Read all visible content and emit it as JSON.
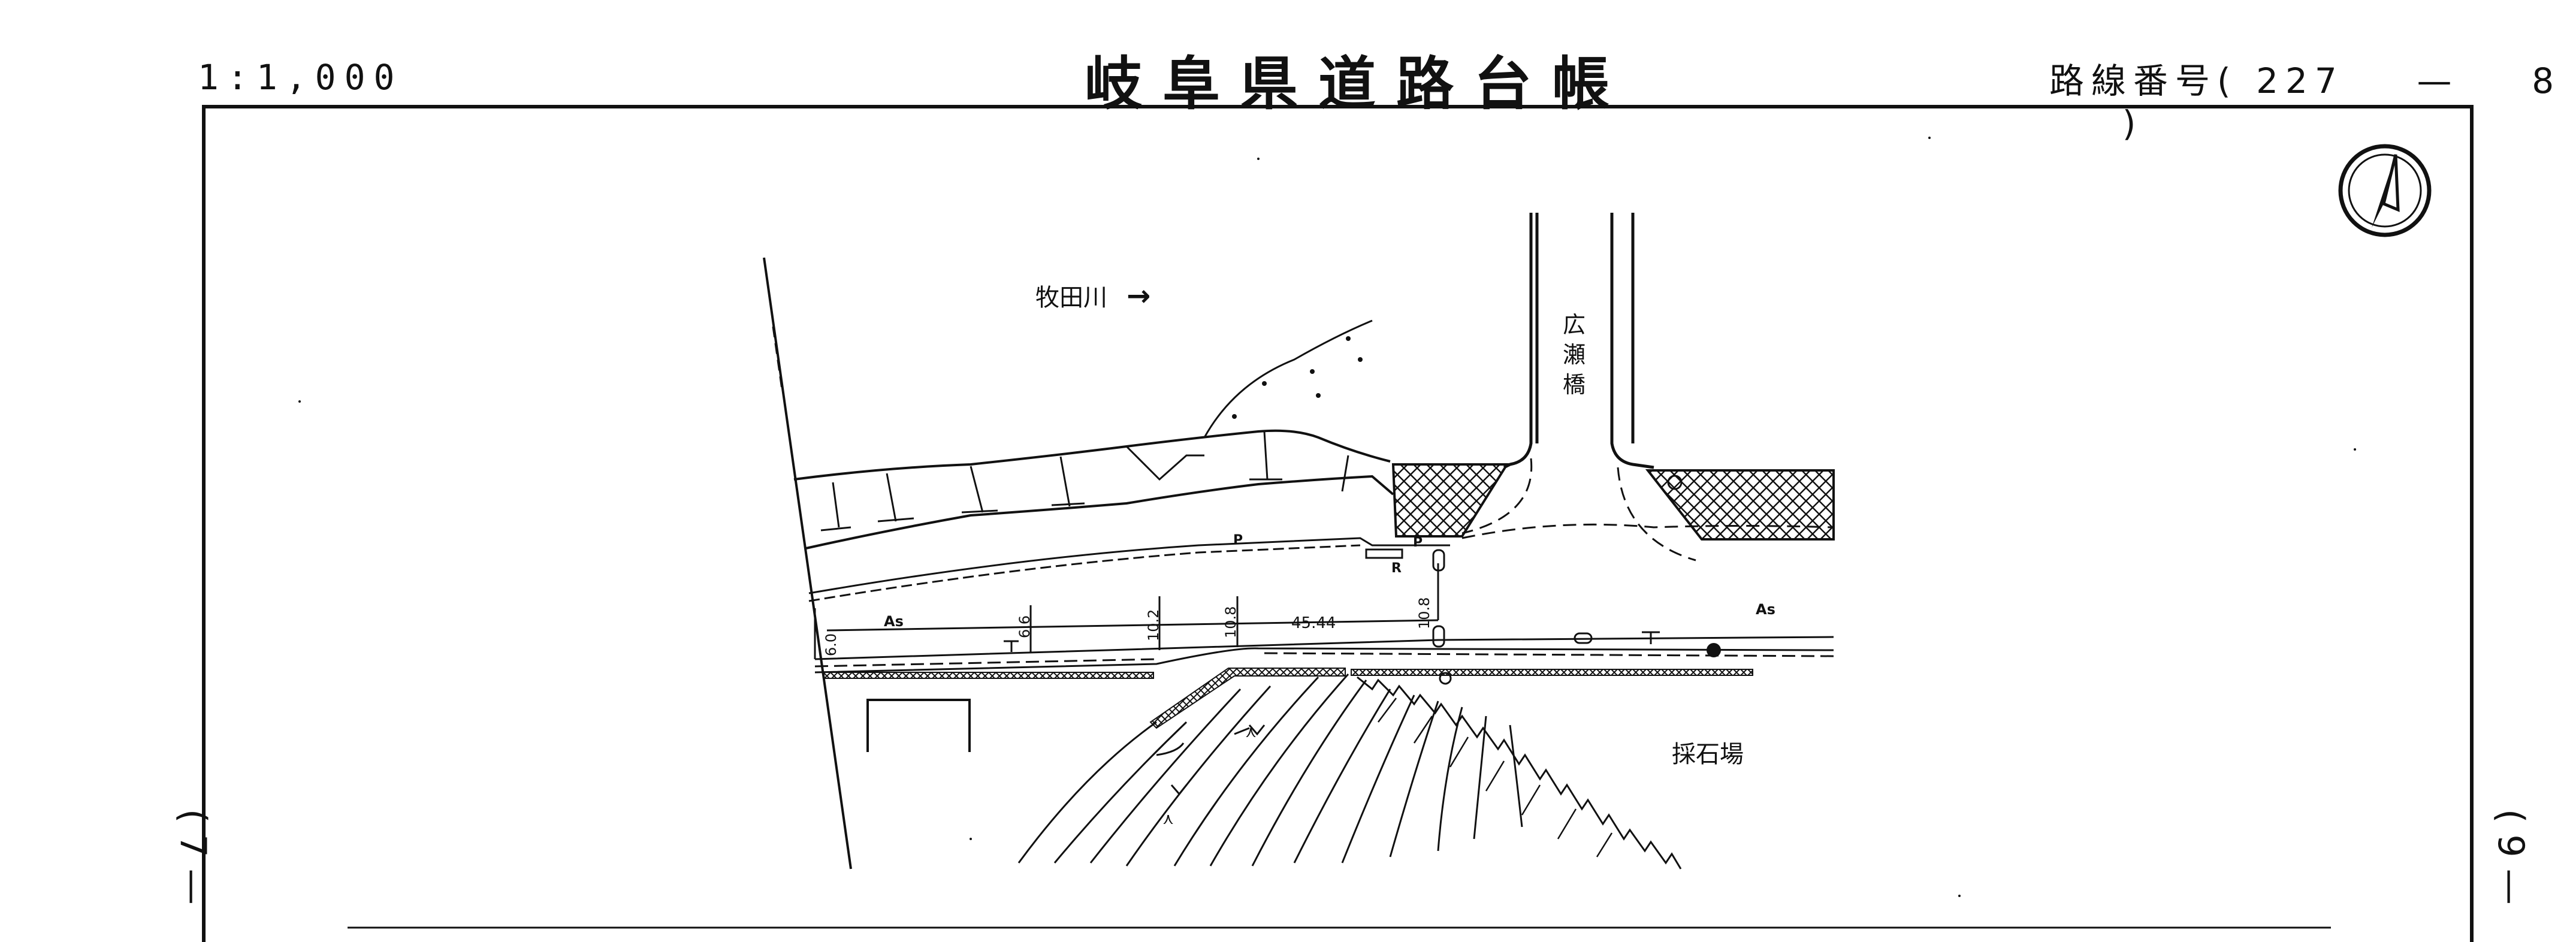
{
  "header": {
    "scale": "1:1,000",
    "title": "岐阜県道路台帳",
    "route_label": "路線番号(",
    "route_number": "227",
    "route_dash": "—",
    "route_sheet": "8",
    "route_close": ")"
  },
  "side_marks": {
    "left": "( 7 —",
    "right": "( 9 —"
  },
  "map": {
    "river_label": "牧田川",
    "river_arrow": "→",
    "bridge_label": [
      "広",
      "瀬",
      "橋"
    ],
    "quarry_label": "採石場",
    "surface_left": "As",
    "surface_right": "As",
    "width_values": [
      "6.0",
      "6.6",
      "10.2",
      "10.8",
      "10.8"
    ],
    "length_value": "45.44",
    "mark_p1": "P",
    "mark_p2": "P",
    "mark_r": "R",
    "north_arrow_icon": "north-arrow-icon"
  },
  "colors": {
    "ink": "#111111",
    "paper": "#ffffff"
  }
}
